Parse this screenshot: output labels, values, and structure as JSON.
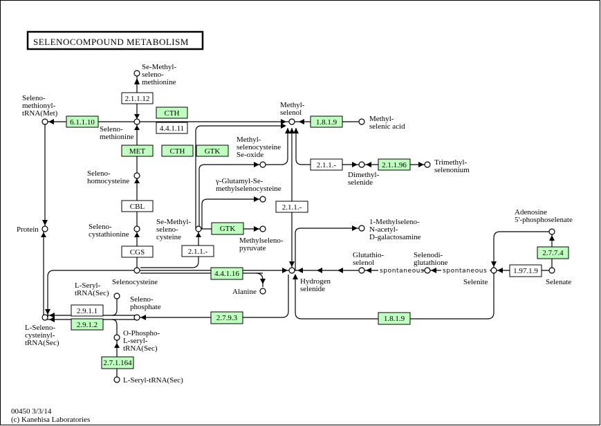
{
  "title": "SELENOCOMPOUND METABOLISM",
  "footer": {
    "map_id_date": "00450 3/3/14",
    "copyright": "(c) Kanehisa Laboratories"
  },
  "colors": {
    "highlight_enzyme": "#bfffbf",
    "plain_enzyme": "#ffffff",
    "line": "#000000"
  },
  "compounds": [
    {
      "id": "se-methylselenomethionine",
      "lines": [
        "Se-Methyl-",
        "seleno-",
        "methionine"
      ]
    },
    {
      "id": "selenomethionyl-trna",
      "lines": [
        "Seleno-",
        "methionyl-",
        "tRNA(Met)"
      ]
    },
    {
      "id": "selenomethionine",
      "lines": [
        "Seleno-",
        "methionine"
      ]
    },
    {
      "id": "selenohomocysteine",
      "lines": [
        "Seleno-",
        "homocysteine"
      ]
    },
    {
      "id": "selenocystathionine",
      "lines": [
        "Seleno-",
        "cystathionine"
      ]
    },
    {
      "id": "protein",
      "lines": [
        "Protein"
      ]
    },
    {
      "id": "selenocysteine",
      "lines": [
        "Selenocysteine"
      ]
    },
    {
      "id": "se-methylselenocysteine",
      "lines": [
        "Se-Methyl-",
        "seleno-",
        "cysteine"
      ]
    },
    {
      "id": "methylselenocysteine-se-oxide",
      "lines": [
        "Methyl-",
        "selenocysteine",
        "Se-oxide"
      ]
    },
    {
      "id": "gamma-glutamyl-se-methylselenocysteine",
      "lines": [
        "γ-Glutamyl-Se-",
        "methylselenocysteine"
      ]
    },
    {
      "id": "methylselenopyruvate",
      "lines": [
        "Methylseleno-",
        "pyruvate"
      ]
    },
    {
      "id": "methylselenol",
      "lines": [
        "Methyl-",
        "selenol"
      ]
    },
    {
      "id": "methylselenic-acid",
      "lines": [
        "Methyl-",
        "selenic acid"
      ]
    },
    {
      "id": "dimethylselenide",
      "lines": [
        "Dimethyl-",
        "selenide"
      ]
    },
    {
      "id": "trimethylselenonium",
      "lines": [
        "Trimethyl-",
        "selenonium"
      ]
    },
    {
      "id": "methylseleno-n-acetyl-galactosamine",
      "lines": [
        "1-Methylseleno-",
        "N-acetyl-",
        "D-galactosamine"
      ]
    },
    {
      "id": "glutathioselenol",
      "lines": [
        "Glutathio-",
        "selenol"
      ]
    },
    {
      "id": "selenodiglutathione",
      "lines": [
        "Selenodi-",
        "glutathione"
      ]
    },
    {
      "id": "hydrogen-selenide",
      "lines": [
        "Hydrogen",
        "selenide"
      ]
    },
    {
      "id": "alanine",
      "lines": [
        "Alanine"
      ]
    },
    {
      "id": "adenosine-phosphoselenate",
      "lines": [
        "Adenosine",
        "5'-phosphoselenate"
      ]
    },
    {
      "id": "selenite",
      "lines": [
        "Selenite"
      ]
    },
    {
      "id": "selenate",
      "lines": [
        "Selenate"
      ]
    },
    {
      "id": "l-seryl-trna-sec-top",
      "lines": [
        "L-Seryl-",
        "tRNA(Sec)"
      ]
    },
    {
      "id": "selenophosphate",
      "lines": [
        "Seleno-",
        "phosphate"
      ]
    },
    {
      "id": "l-selenocysteinyl-trna",
      "lines": [
        "L-Seleno-",
        "cysteinyl-",
        "tRNA(Sec)"
      ]
    },
    {
      "id": "o-phospho-l-seryl-trna",
      "lines": [
        "O-Phospho-",
        "L-seryl-",
        "tRNA(Sec)"
      ]
    },
    {
      "id": "l-seryl-trna-sec-bottom",
      "lines": [
        "L-Seryl-tRNA(Sec)"
      ]
    }
  ],
  "enzymes": [
    {
      "id": "ec-2-1-1-12",
      "label": "2.1.1.12",
      "highlighted": false
    },
    {
      "id": "ec-6-1-1-10",
      "label": "6.1.1.10",
      "highlighted": true
    },
    {
      "id": "cth-top",
      "label": "CTH",
      "highlighted": true
    },
    {
      "id": "ec-4-4-1-11",
      "label": "4.4.1.11",
      "highlighted": false
    },
    {
      "id": "met",
      "label": "MET",
      "highlighted": true
    },
    {
      "id": "cth-mid",
      "label": "CTH",
      "highlighted": true
    },
    {
      "id": "gtk-mid",
      "label": "GTK",
      "highlighted": true
    },
    {
      "id": "cbl",
      "label": "CBL",
      "highlighted": false
    },
    {
      "id": "cgs",
      "label": "CGS",
      "highlighted": false
    },
    {
      "id": "ec-2-1-1-dash-a",
      "label": "2.1.1.-",
      "highlighted": false
    },
    {
      "id": "gtk-low",
      "label": "GTK",
      "highlighted": true
    },
    {
      "id": "ec-1-8-1-9-top",
      "label": "1.8.1.9",
      "highlighted": true
    },
    {
      "id": "ec-2-1-1-dash-b",
      "label": "2.1.1.-",
      "highlighted": false
    },
    {
      "id": "ec-2-1-1-96",
      "label": "2.1.1.96",
      "highlighted": true
    },
    {
      "id": "ec-2-1-1-dash-c",
      "label": "2.1.1.-",
      "highlighted": false
    },
    {
      "id": "ec-4-4-1-16",
      "label": "4.4.1.16",
      "highlighted": true
    },
    {
      "id": "ec-2-7-9-3",
      "label": "2.7.9.3",
      "highlighted": true
    },
    {
      "id": "ec-1-8-1-9-bottom",
      "label": "1.8.1.9",
      "highlighted": true
    },
    {
      "id": "ec-2-7-7-4",
      "label": "2.7.7.4",
      "highlighted": true
    },
    {
      "id": "ec-1-97-1-9",
      "label": "1.97.1.9",
      "highlighted": false
    },
    {
      "id": "ec-2-9-1-1",
      "label": "2.9.1.1",
      "highlighted": false
    },
    {
      "id": "ec-2-9-1-2",
      "label": "2.9.1.2",
      "highlighted": true
    },
    {
      "id": "ec-2-7-1-164",
      "label": "2.7.1.164",
      "highlighted": true
    }
  ],
  "spontaneous_labels": [
    "spontaneous",
    "spontaneous"
  ]
}
